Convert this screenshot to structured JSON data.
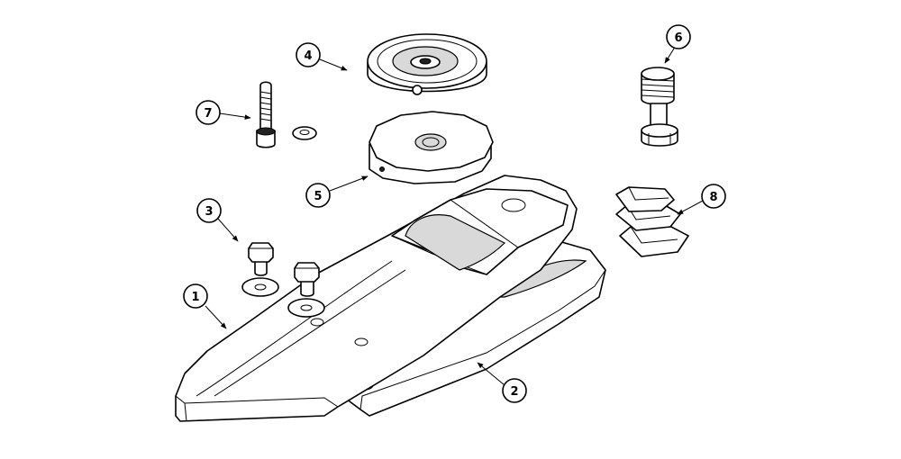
{
  "callouts": [
    {
      "id": "1",
      "label": "1",
      "part": "foot-keel"
    },
    {
      "id": "2",
      "label": "2",
      "part": "heel-plate"
    },
    {
      "id": "3",
      "label": "3",
      "part": "bolt-and-washer"
    },
    {
      "id": "4",
      "label": "4",
      "part": "pyramid-adapter-cap"
    },
    {
      "id": "5",
      "label": "5",
      "part": "octagonal-spacer"
    },
    {
      "id": "6",
      "label": "6",
      "part": "threaded-stud"
    },
    {
      "id": "7",
      "label": "7",
      "part": "cap-screw-and-washer"
    },
    {
      "id": "8",
      "label": "8",
      "part": "adhesive-pads"
    }
  ]
}
